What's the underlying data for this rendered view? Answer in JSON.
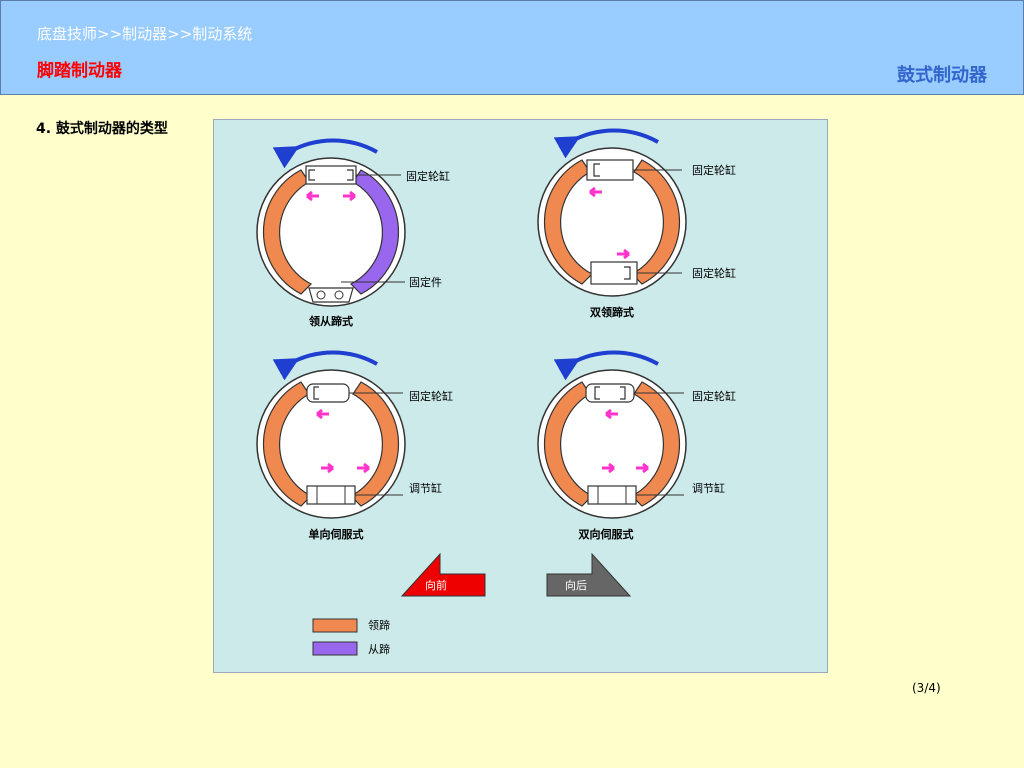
{
  "header": {
    "breadcrumb": "底盘技师>>制动器>>制动系统",
    "subtitle": "脚踏制动器",
    "title": "鼓式制动器"
  },
  "section": {
    "title": "4.  鼓式制动器的类型"
  },
  "diagrams": {
    "d1": {
      "caption": "领从蹄式",
      "label_top": "固定轮缸",
      "label_bottom": "固定件"
    },
    "d2": {
      "caption": "双领蹄式",
      "label_top": "固定轮缸",
      "label_bottom": "固定轮缸"
    },
    "d3": {
      "caption": "单向伺服式",
      "label_top": "固定轮缸",
      "label_bottom": "调节缸"
    },
    "d4": {
      "caption": "双向伺服式",
      "label_top": "固定轮缸",
      "label_bottom": "调节缸"
    }
  },
  "direction": {
    "forward": "向前",
    "reverse": "向后"
  },
  "legend": {
    "leading": "领蹄",
    "trailing": "从蹄"
  },
  "colors": {
    "leading": "#f0894f",
    "trailing": "#9966ee",
    "arrow": "#ff33cc",
    "rotation": "#1f3fd0",
    "forward": "#ee0000",
    "reverse": "#666666"
  },
  "page": {
    "indicator": "(3/4)"
  }
}
